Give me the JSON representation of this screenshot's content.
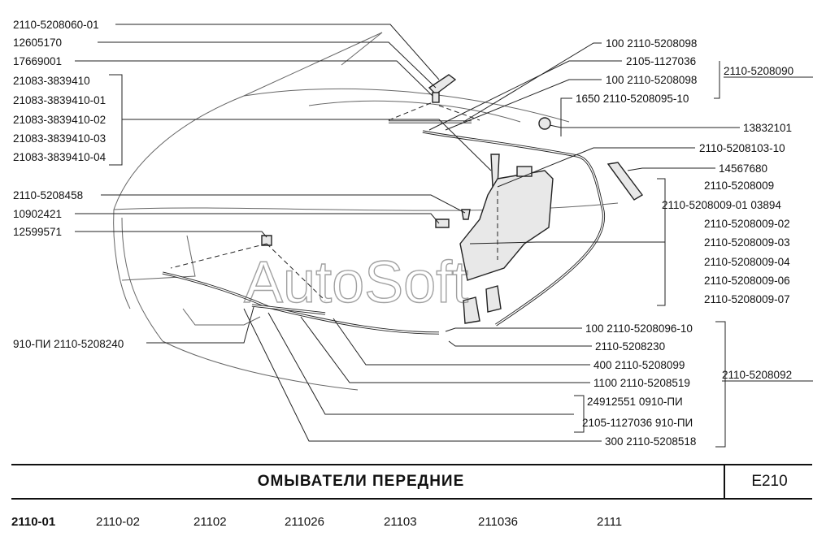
{
  "labels": [
    {
      "id": "l1",
      "text": "2110-5208060-01"
    },
    {
      "id": "l2",
      "text": "12605170"
    },
    {
      "id": "l3",
      "text": "17669001"
    },
    {
      "id": "l4",
      "text": "21083-3839410"
    },
    {
      "id": "l5",
      "text": "21083-3839410-01"
    },
    {
      "id": "l6",
      "text": "21083-3839410-02"
    },
    {
      "id": "l7",
      "text": "21083-3839410-03"
    },
    {
      "id": "l8",
      "text": "21083-3839410-04"
    },
    {
      "id": "l9",
      "text": "2110-5208458"
    },
    {
      "id": "l10",
      "text": "10902421"
    },
    {
      "id": "l11",
      "text": "12599571"
    },
    {
      "id": "l12",
      "text": "910-ПИ  2110-5208240"
    },
    {
      "id": "r1",
      "text": "100  2110-5208098"
    },
    {
      "id": "r2",
      "text": "2105-1127036"
    },
    {
      "id": "r3",
      "text": "100  2110-5208098"
    },
    {
      "id": "r4",
      "text": "1650  2110-5208095-10"
    },
    {
      "id": "r5",
      "text": "13832101"
    },
    {
      "id": "r6",
      "text": "2110-5208103-10"
    },
    {
      "id": "r7",
      "text": "14567680"
    },
    {
      "id": "r8",
      "text": "2110-5208009"
    },
    {
      "id": "r9",
      "text": "2110-5208009-01  03894"
    },
    {
      "id": "r10",
      "text": "2110-5208009-02"
    },
    {
      "id": "r11",
      "text": "2110-5208009-03"
    },
    {
      "id": "r12",
      "text": "2110-5208009-04"
    },
    {
      "id": "r13",
      "text": "2110-5208009-06"
    },
    {
      "id": "r14",
      "text": "2110-5208009-07"
    },
    {
      "id": "r15",
      "text": "100  2110-5208096-10"
    },
    {
      "id": "r16",
      "text": "2110-5208230"
    },
    {
      "id": "r17",
      "text": "400  2110-5208099"
    },
    {
      "id": "r18",
      "text": "1100  2110-5208519"
    },
    {
      "id": "r19",
      "text": "24912551  0910-ПИ"
    },
    {
      "id": "r20",
      "text": "2105-1127036  910-ПИ"
    },
    {
      "id": "r21",
      "text": "300  2110-5208518"
    },
    {
      "id": "a1",
      "text": "2110-5208090"
    },
    {
      "id": "a2",
      "text": "2110-5208092"
    }
  ],
  "watermark": "AutoSoft",
  "title": "ОМЫВАТЕЛИ  ПЕРЕДНИЕ",
  "section_code": "E210",
  "models": [
    "2110-01",
    "2110-02",
    "21102",
    "211026",
    "21103",
    "211036",
    "2111"
  ]
}
